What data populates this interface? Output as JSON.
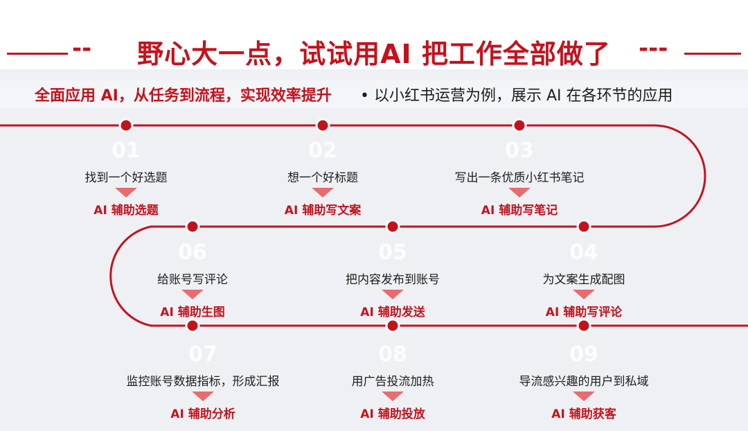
{
  "header": {
    "title": "野心大一点，试试用AI 把工作全部做了",
    "deco_left": "--",
    "deco_right": "---"
  },
  "subtitle": {
    "left": "全面应用 AI，从任务到流程，实现效率提升",
    "right": "• 以小红书运营为例，展示 AI 在各环节的应用"
  },
  "colors": {
    "accent": "#c4121c",
    "arrow": "#e86b70",
    "background": "#eef0f4"
  },
  "steps": [
    {
      "num": "01",
      "task": "找到一个好选题",
      "ai": "AI 辅助选题"
    },
    {
      "num": "02",
      "task": "想一个好标题",
      "ai": "AI 辅助写文案"
    },
    {
      "num": "03",
      "task": "写出一条优质小红书笔记",
      "ai": "AI 辅助写笔记"
    },
    {
      "num": "04",
      "task": "为文案生成配图",
      "ai": "AI 辅助写评论"
    },
    {
      "num": "05",
      "task": "把内容发布到账号",
      "ai": "AI 辅助发送"
    },
    {
      "num": "06",
      "task": "给账号写评论",
      "ai": "AI 辅助生图"
    },
    {
      "num": "07",
      "task": "监控账号数据指标，形成汇报",
      "ai": "AI 辅助分析"
    },
    {
      "num": "08",
      "task": "用广告投流加热",
      "ai": "AI 辅助投放"
    },
    {
      "num": "09",
      "task": "导流感兴趣的用户到私域",
      "ai": "AI 辅助获客"
    }
  ]
}
